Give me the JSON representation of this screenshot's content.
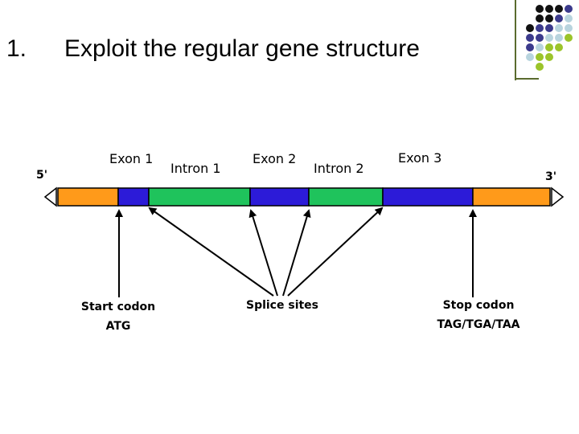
{
  "slide": {
    "number": "1.",
    "title": "Exploit the regular gene structure"
  },
  "diagram": {
    "end_5prime": "5'",
    "end_3prime": "3'",
    "regions": [
      {
        "label": "Exon 1",
        "color": "#2c1bd8"
      },
      {
        "label": "Intron 1",
        "color": "#1fc35c"
      },
      {
        "label": "Exon 2",
        "color": "#2c1bd8"
      },
      {
        "label": "Intron 2",
        "color": "#1fc35c"
      },
      {
        "label": "Exon 3",
        "color": "#2c1bd8"
      }
    ],
    "utr_color": "#ff9a1a",
    "callouts": {
      "start_codon": {
        "line1": "Start codon",
        "line2": "ATG"
      },
      "splice_sites": {
        "line1": "Splice sites"
      },
      "stop_codon": {
        "line1": "Stop codon",
        "line2": "TAG/TGA/TAA"
      }
    }
  },
  "decoration": {
    "dot_colors": [
      "#111111",
      "#3b3a8c",
      "#b8d4de",
      "#9bc42a"
    ]
  }
}
